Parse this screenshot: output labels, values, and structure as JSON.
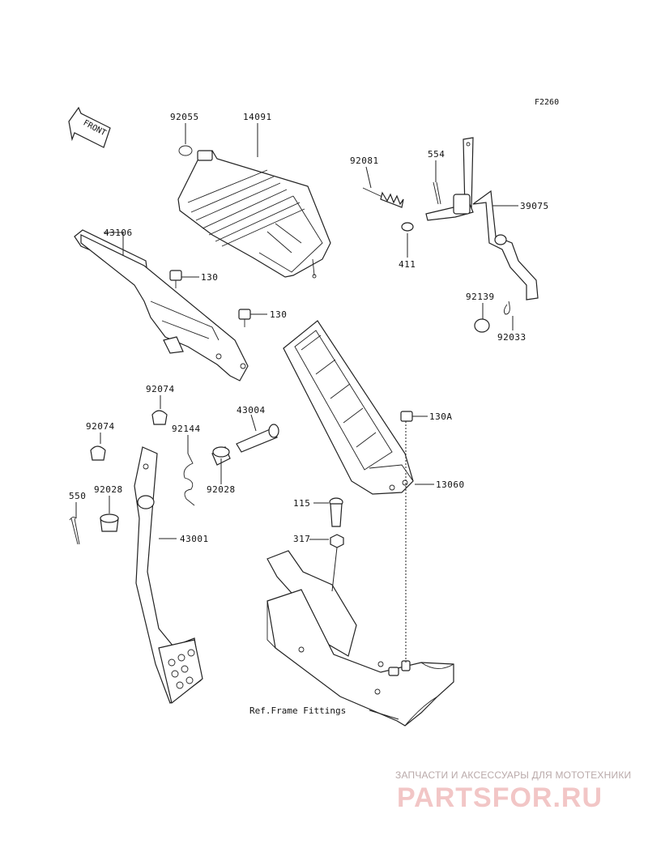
{
  "diagram": {
    "code": "F2260",
    "front_marker": "FRONT",
    "reference": "Ref.Frame Fittings",
    "parts": [
      {
        "id": "p92055",
        "number": "92055"
      },
      {
        "id": "p14091",
        "number": "14091"
      },
      {
        "id": "p92081",
        "number": "92081"
      },
      {
        "id": "p554",
        "number": "554"
      },
      {
        "id": "p39075",
        "number": "39075"
      },
      {
        "id": "p411",
        "number": "411"
      },
      {
        "id": "p43106",
        "number": "43106"
      },
      {
        "id": "p130a",
        "number": "130"
      },
      {
        "id": "p130b",
        "number": "130"
      },
      {
        "id": "p92139",
        "number": "92139"
      },
      {
        "id": "p92033",
        "number": "92033"
      },
      {
        "id": "p92074a",
        "number": "92074"
      },
      {
        "id": "p43004",
        "number": "43004"
      },
      {
        "id": "p130A",
        "number": "130A"
      },
      {
        "id": "p92074b",
        "number": "92074"
      },
      {
        "id": "p92144",
        "number": "92144"
      },
      {
        "id": "p92028a",
        "number": "92028"
      },
      {
        "id": "p13060",
        "number": "13060"
      },
      {
        "id": "p550",
        "number": "550"
      },
      {
        "id": "p92028b",
        "number": "92028"
      },
      {
        "id": "p115",
        "number": "115"
      },
      {
        "id": "p43001",
        "number": "43001"
      },
      {
        "id": "p317",
        "number": "317"
      }
    ]
  },
  "watermark": {
    "tagline": "ЗАПЧАСТИ И АКСЕССУАРЫ ДЛЯ МОТОТЕХНИКИ",
    "logo": "PARTSFOR.RU",
    "color": "#f2c6c6"
  }
}
